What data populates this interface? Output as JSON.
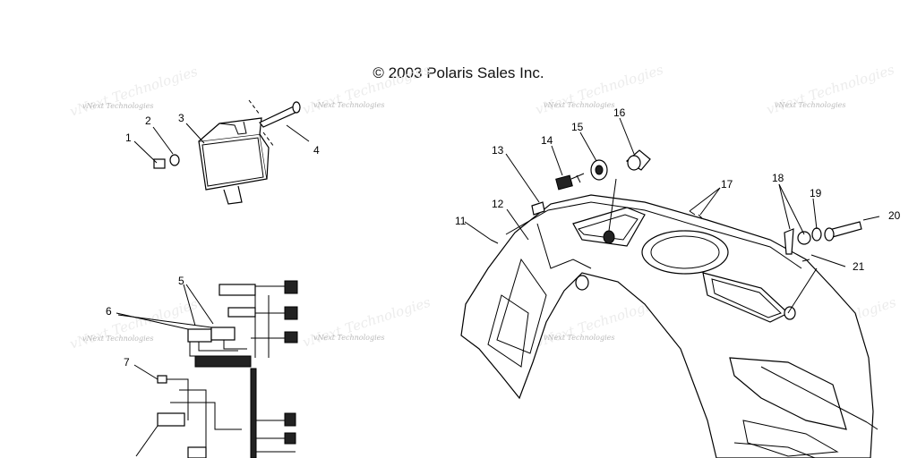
{
  "copyright": "© 2003 Polaris Sales Inc.",
  "watermark": "vNext Technologies",
  "callouts": [
    "1",
    "2",
    "3",
    "4",
    "5",
    "6",
    "7",
    "11",
    "12",
    "13",
    "14",
    "15",
    "16",
    "17",
    "18",
    "19",
    "20",
    "21"
  ]
}
